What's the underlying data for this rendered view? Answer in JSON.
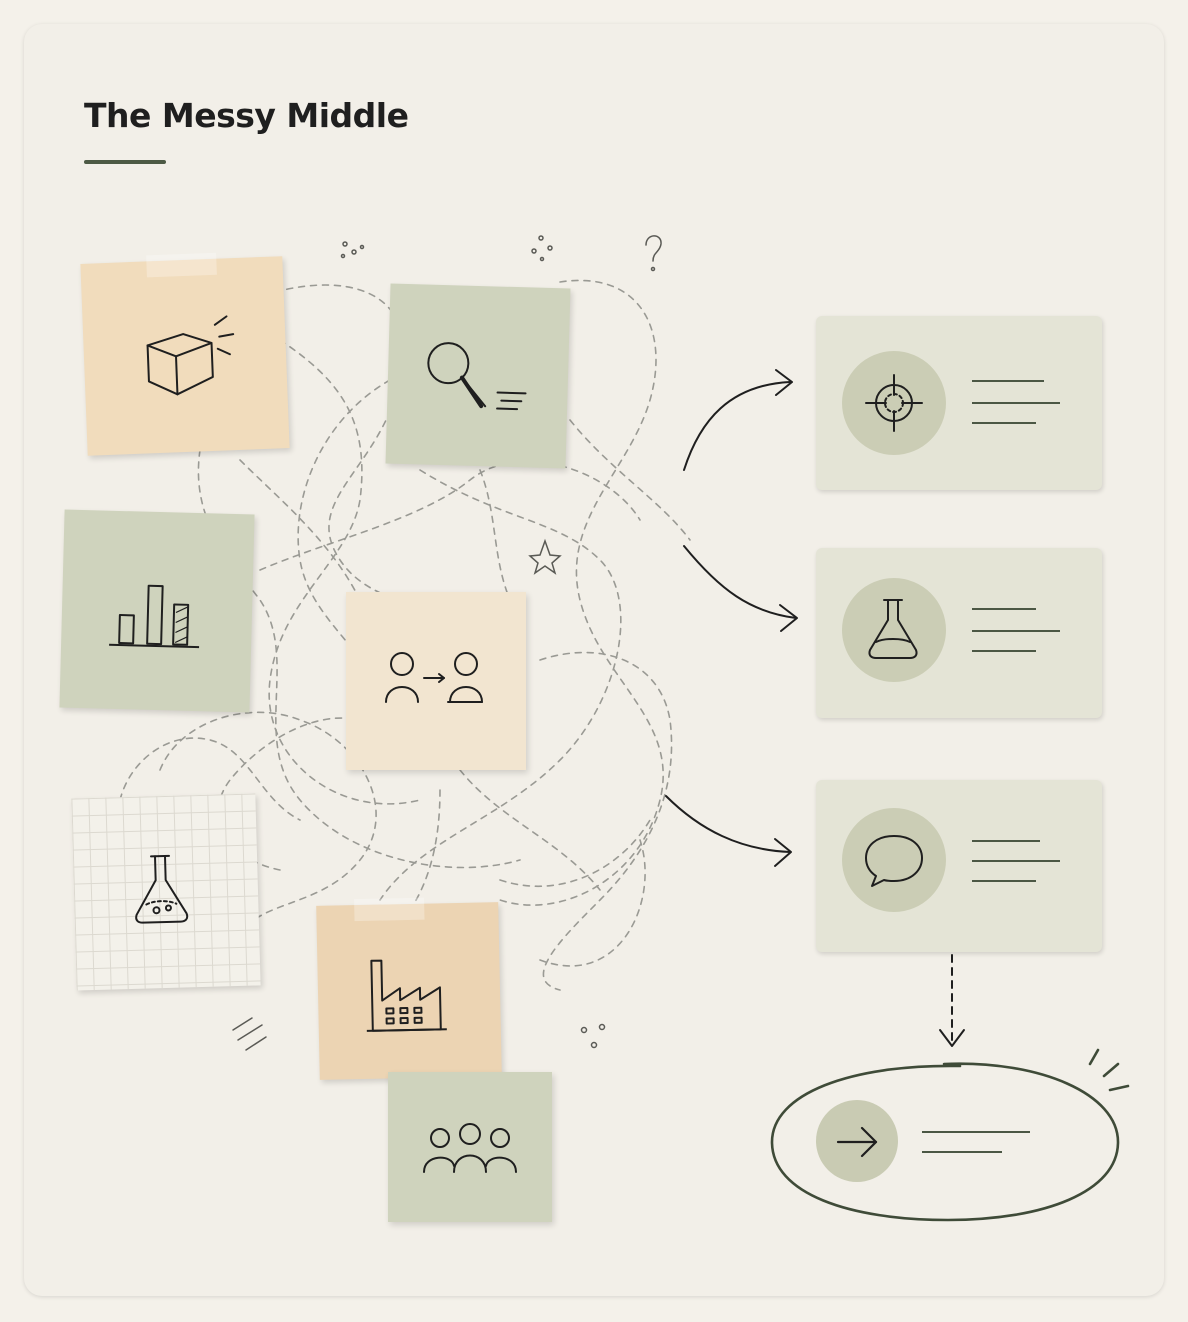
{
  "header": {
    "title": "The Messy Middle"
  },
  "colors": {
    "background": "#f2efe8",
    "sticky_peach": "#f1dcbc",
    "sticky_sage": "#cfd3bd",
    "sticky_cream": "#f2e5d0",
    "sticky_grid": "#f3f1ea",
    "sticky_tan": "#ecd4b3",
    "outcome_card": "#e4e4d6",
    "icon_disc": "#cbcdb5",
    "ink": "#222222",
    "accent_green": "#4d5a45"
  },
  "sticky_notes": [
    {
      "icon": "box-icon",
      "color": "peach"
    },
    {
      "icon": "magnifier-icon",
      "color": "sage"
    },
    {
      "icon": "bar-chart-icon",
      "color": "sage"
    },
    {
      "icon": "people-exchange-icon",
      "color": "cream"
    },
    {
      "icon": "flask-icon",
      "color": "grid"
    },
    {
      "icon": "factory-icon",
      "color": "tan"
    },
    {
      "icon": "group-icon",
      "color": "sage"
    }
  ],
  "outcome_cards": [
    {
      "icon": "target-icon"
    },
    {
      "icon": "flask-icon"
    },
    {
      "icon": "speech-bubble-icon"
    }
  ],
  "final_outcome": {
    "icon": "arrow-right-icon"
  }
}
